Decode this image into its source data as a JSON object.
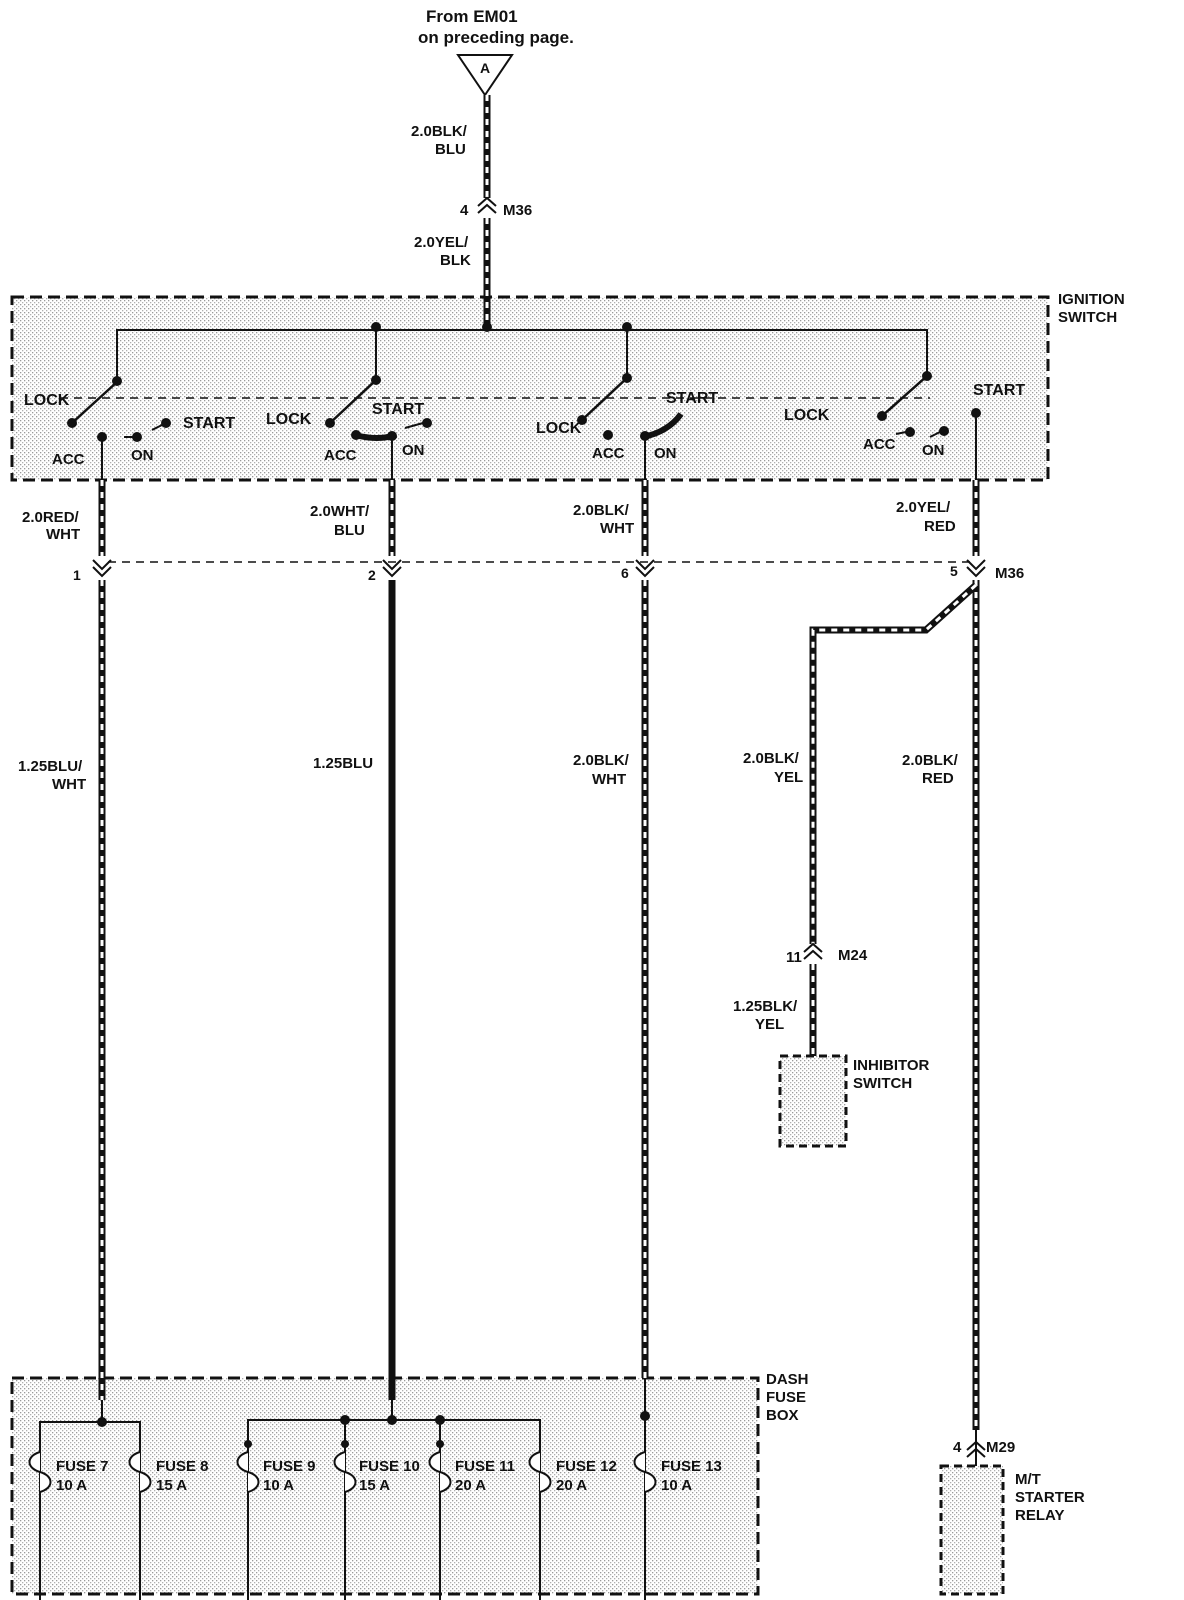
{
  "source": {
    "line1": "From EM01",
    "line2": "on preceding page.",
    "marker": "A"
  },
  "feed": {
    "wire_top": [
      "2.0BLK/",
      "BLU"
    ],
    "connector_pin": "4",
    "connector": "M36",
    "wire_bottom": [
      "2.0YEL/",
      "BLK"
    ]
  },
  "ignition_switch": {
    "title": [
      "IGNITION",
      "SWITCH"
    ],
    "sections": [
      {
        "lock": "LOCK",
        "acc": "ACC",
        "on": "ON",
        "start": "START"
      },
      {
        "lock": "LOCK",
        "acc": "ACC",
        "on": "ON",
        "start": "START"
      },
      {
        "lock": "LOCK",
        "acc": "ACC",
        "on": "ON",
        "start": "START"
      },
      {
        "lock": "LOCK",
        "acc": "ACC",
        "on": "ON",
        "start": "START"
      }
    ]
  },
  "circuits": [
    {
      "upper_wire": [
        "2.0RED/",
        "WHT"
      ],
      "pin": "1",
      "lower_wire": [
        "1.25BLU/",
        "WHT"
      ]
    },
    {
      "upper_wire": [
        "2.0WHT/",
        "BLU"
      ],
      "pin": "2",
      "lower_wire": [
        "1.25BLU"
      ]
    },
    {
      "upper_wire": [
        "2.0BLK/",
        "WHT"
      ],
      "pin": "6",
      "lower_wire": [
        "2.0BLK/",
        "WHT"
      ]
    },
    {
      "upper_wire": [
        "2.0YEL/",
        "RED"
      ],
      "pin": "5",
      "lower_wire": [
        "2.0BLK/",
        "RED"
      ]
    }
  ],
  "lower_connector": "M36",
  "inhibitor": {
    "wire_upper": [
      "2.0BLK/",
      "YEL"
    ],
    "pin": "11",
    "connector": "M24",
    "wire_lower": [
      "1.25BLK/",
      "YEL"
    ],
    "label": [
      "INHIBITOR",
      "SWITCH"
    ]
  },
  "fuse_box": {
    "title": [
      "DASH",
      "FUSE",
      "BOX"
    ],
    "fuses": [
      {
        "name": "FUSE 7",
        "rating": "10 A"
      },
      {
        "name": "FUSE 8",
        "rating": "15 A"
      },
      {
        "name": "FUSE 9",
        "rating": "10 A"
      },
      {
        "name": "FUSE 10",
        "rating": "15 A"
      },
      {
        "name": "FUSE 11",
        "rating": "20 A"
      },
      {
        "name": "FUSE 12",
        "rating": "20 A"
      },
      {
        "name": "FUSE 13",
        "rating": "10 A"
      }
    ]
  },
  "starter_relay": {
    "pin": "4",
    "connector": "M29",
    "label": [
      "M/T",
      "STARTER",
      "RELAY"
    ]
  }
}
